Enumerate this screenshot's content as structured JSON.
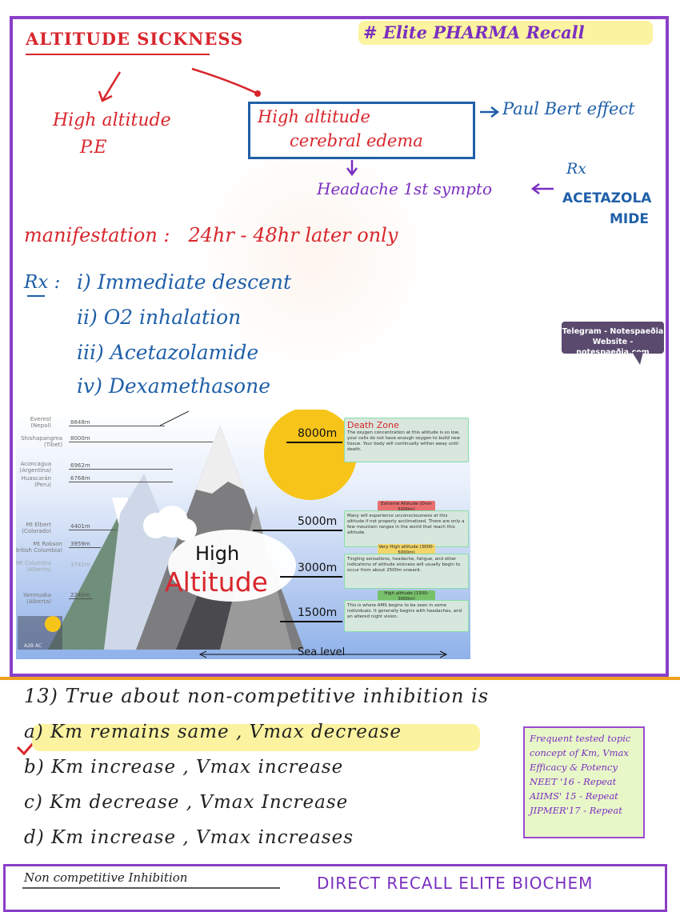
{
  "header": {
    "title": "ALTITUDE SICKNESS",
    "tag": "# Elite PHARMA Recall"
  },
  "flow": {
    "hape_line1": "High altitude",
    "hape_line2": "P.E",
    "hace_line1": "High altitude",
    "hace_line2": "cerebral edema",
    "paul_bert": "Paul Bert effect",
    "headache": "Headache 1st sympto",
    "rx_label": "Rx",
    "rx_drug_line1": "ACETAZOLA",
    "rx_drug_line2": "MIDE",
    "manifestation": "manifestation :   24hr - 48hr later only"
  },
  "treatment": {
    "label": "Rx :",
    "items": [
      "i) Immediate descent",
      "ii) O2 inhalation",
      "iii) Acetazolamide",
      "iv) Dexamethasone"
    ]
  },
  "watermark": {
    "line1": "Telegram - Notespaeðia",
    "line2": "Website - notespaeðia.com"
  },
  "poster": {
    "peaks": [
      {
        "name": "Everest",
        "sub": "(Nepal)",
        "height": "8848m"
      },
      {
        "name": "Shishapangma",
        "sub": "(Tibet)",
        "height": "8000m"
      },
      {
        "name": "Aconcagua",
        "sub": "(Argentina)",
        "height": "6962m"
      },
      {
        "name": "Huascarán",
        "sub": "(Peru)",
        "height": "6768m"
      },
      {
        "name": "Mt Elbert",
        "sub": "(Colorado)",
        "height": "4401m"
      },
      {
        "name": "Mt Robson",
        "sub": "(British Columbia)",
        "height": "3959m"
      },
      {
        "name": "Mt Columbia",
        "sub": "(Alberta)",
        "height": "3741m"
      },
      {
        "name": "Yamnuska",
        "sub": "(Alberta)",
        "height": "2240m"
      }
    ],
    "levels": [
      "8000m",
      "5000m",
      "3000m",
      "1500m"
    ],
    "title1": "High",
    "title2": "Altitude",
    "sea_level": "Sea level",
    "logo": "A2B AC",
    "death_zone": {
      "title": "Death Zone",
      "text": "The oxygen concentration at this altitude is so low, your cells do not have enough oxygen to build new tissue. Your body will continually wither away until death."
    },
    "extreme": {
      "pill": "Extreme Altitude (Over 5000m)",
      "text": "Many will experience unconsciousness at this altitude if not properly acclimatized. There are only a few mountain ranges in the world that reach this altitude."
    },
    "very_high": {
      "pill": "Very High altitude (3000-5000m)",
      "text": "Tingling sensations, headache, fatigue, and other indications of altitude sickness will usually begin to occur from about 2500m onward."
    },
    "high": {
      "pill": "High altitude (1500-3000m)",
      "text": "This is where AMS begins to be seen in some individuals. It generally begins with headaches, and an altered night vision."
    }
  },
  "question": {
    "stem": "13) True about non-competitive inhibition is",
    "options": [
      "a) Km remains same , Vmax decrease",
      "b) Km increase , Vmax increase",
      "c) Km decrease , Vmax Increase",
      "d) Km increase , Vmax increases"
    ]
  },
  "note": {
    "lines": [
      "Frequent tested topic",
      "concept of Km, Vmax",
      "Efficacy & Potency",
      "NEET '16 - Repeat",
      "AIIMS' 15 - Repeat",
      "JIPMER'17 - Repeat"
    ]
  },
  "footer": {
    "left": "Non competitive Inhibition",
    "right": "DIRECT RECALL ELITE BIOCHEM"
  }
}
